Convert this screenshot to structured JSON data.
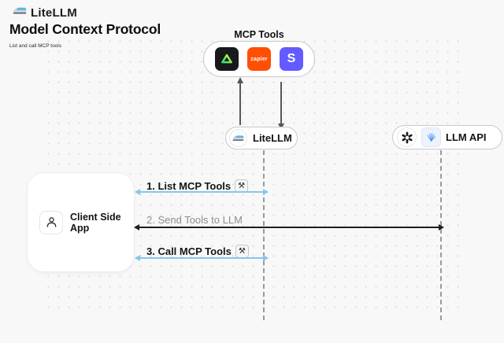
{
  "header": {
    "brand": "LiteLLM",
    "title": "Model Context Protocol",
    "subtitle": "List and call MCP tools"
  },
  "mcp": {
    "label": "MCP Tools",
    "tools": [
      {
        "name": "green-triangle-tool"
      },
      {
        "name": "zapier",
        "label": "zapier"
      },
      {
        "name": "stripe",
        "label": "S"
      }
    ]
  },
  "nodes": {
    "litellm": "LiteLLM",
    "llm_api": "LLM API",
    "client": "Client Side App"
  },
  "messages": [
    {
      "text": "1. List MCP Tools",
      "icon": "⚒",
      "arrow": "blue-double"
    },
    {
      "text": "2. Send Tools to LLM",
      "arrow": "black-double"
    },
    {
      "text": "3. Call MCP Tools",
      "icon": "⚒",
      "arrow": "blue-double"
    }
  ],
  "colors": {
    "background": "#f8f8f8",
    "arrow_blue": "#85c6ed",
    "arrow_black": "#1e1e1e",
    "zapier": "#ff4f00",
    "stripe": "#635bff",
    "lifeline": "#9a9a9a"
  }
}
